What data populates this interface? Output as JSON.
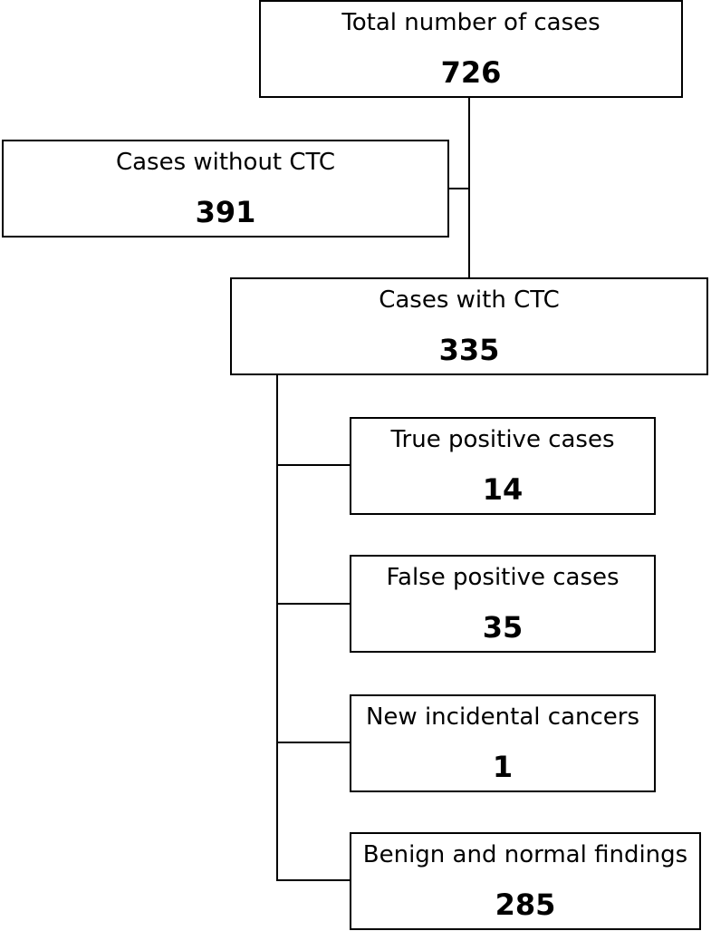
{
  "nodes": {
    "total": {
      "label": "Total number of cases",
      "count": "726"
    },
    "without_ctc": {
      "label": "Cases without CTC",
      "count": "391"
    },
    "with_ctc": {
      "label": "Cases with CTC",
      "count": "335"
    },
    "true_positive": {
      "label": "True positive cases",
      "count": "14"
    },
    "false_positive": {
      "label": "False positive cases",
      "count": "35"
    },
    "new_incidental": {
      "label": "New incidental cancers",
      "count": "1"
    },
    "benign_normal": {
      "label": "Benign and normal findings",
      "count": "285"
    }
  },
  "colors": {
    "line": "#000000",
    "box_fill": "#ffffff"
  }
}
